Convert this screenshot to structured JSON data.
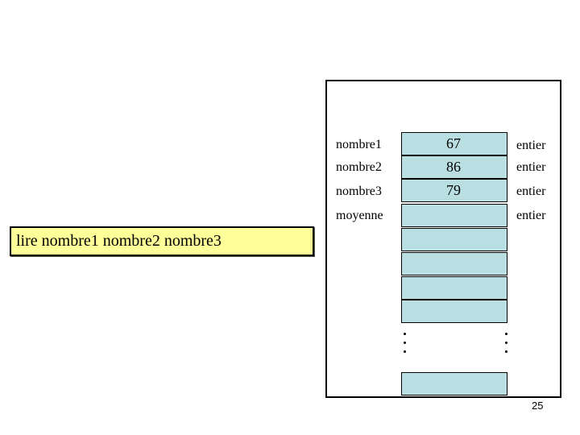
{
  "instruction": "lire nombre1 nombre2 nombre3",
  "variables": [
    {
      "name": "nombre1",
      "value": "67",
      "type": "entier"
    },
    {
      "name": "nombre2",
      "value": "86",
      "type": "entier"
    },
    {
      "name": "nombre3",
      "value": "79",
      "type": "entier"
    },
    {
      "name": "moyenne",
      "value": "",
      "type": "entier"
    }
  ],
  "extra_cells": 4,
  "cell_color": "#b9dfe2",
  "box_color": "#ffff99",
  "page_number": "25"
}
